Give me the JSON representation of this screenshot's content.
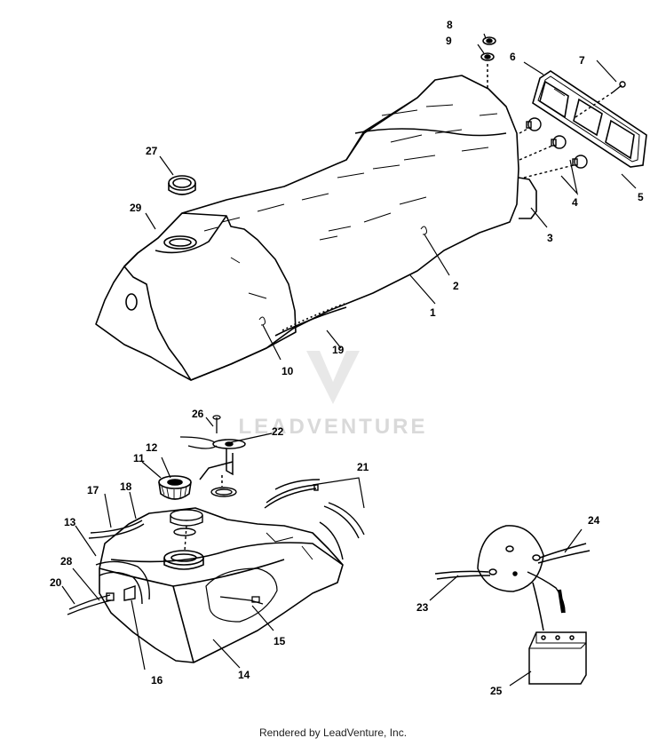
{
  "diagram": {
    "watermark_text": "LEADVENTURE",
    "footer_text": "Rendered by LeadVenture, Inc.",
    "callouts": {
      "c1": "1",
      "c2": "2",
      "c3": "3",
      "c4": "4",
      "c5": "5",
      "c6": "6",
      "c7": "7",
      "c8": "8",
      "c9": "9",
      "c10": "10",
      "c11": "11",
      "c12": "12",
      "c13": "13",
      "c14": "14",
      "c15": "15",
      "c16": "16",
      "c17": "17",
      "c18": "18",
      "c19": "19",
      "c20": "20",
      "c21": "21",
      "c22": "22",
      "c23": "23",
      "c24": "24",
      "c25": "25",
      "c26": "26",
      "c27": "27",
      "c28": "28",
      "c29": "29"
    }
  }
}
